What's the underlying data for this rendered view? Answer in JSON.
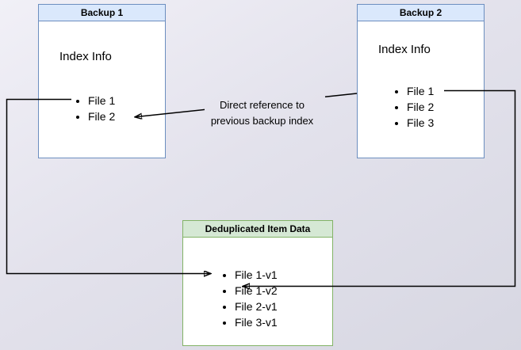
{
  "diagram": {
    "backup1": {
      "title": "Backup 1",
      "section": "Index Info",
      "files": [
        "File 1",
        "File 2"
      ]
    },
    "backup2": {
      "title": "Backup 2",
      "section": "Index Info",
      "files": [
        "File 1",
        "File 2",
        "File 3"
      ]
    },
    "dedup": {
      "title": "Deduplicated Item Data",
      "files": [
        "File 1-v1",
        "File 1-v2",
        "File 2-v1",
        "File 3-v1"
      ]
    },
    "annotation": "Direct reference to\nprevious backup index"
  },
  "colors": {
    "blue_header_bg": "#dae8fc",
    "blue_border": "#6c8ebf",
    "green_header_bg": "#d5e8d4",
    "green_border": "#82b366",
    "arrow": "#000000",
    "canvas_bg_light": "#f1f0f7",
    "canvas_bg_dark": "#d7d7e2"
  }
}
